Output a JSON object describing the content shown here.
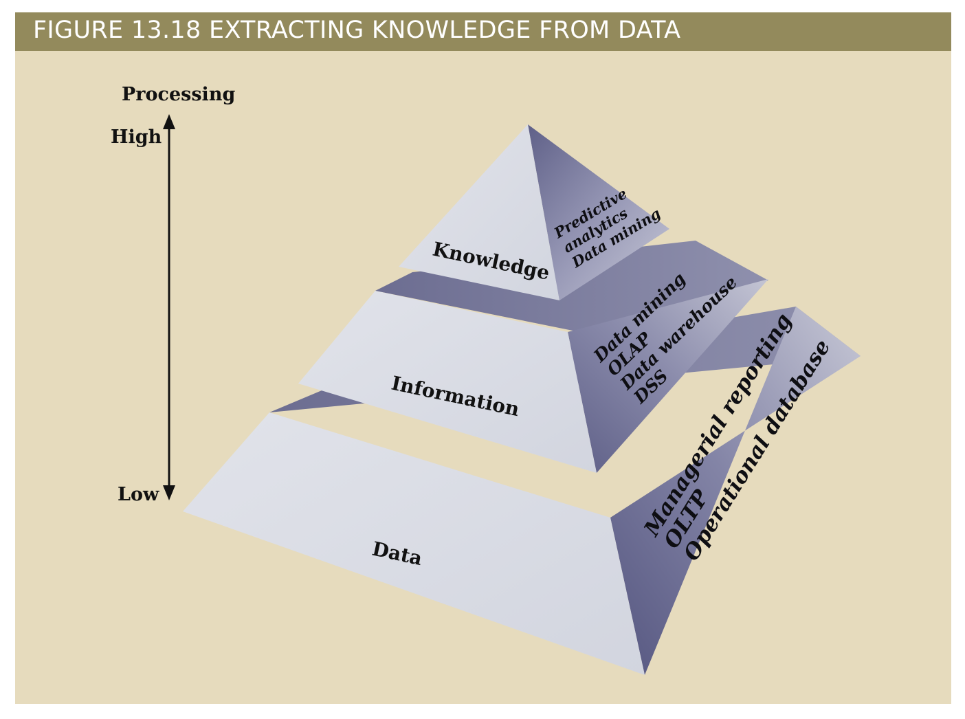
{
  "figure": {
    "title": "FIGURE 13.18  EXTRACTING KNOWLEDGE FROM DATA"
  },
  "axis": {
    "label": "Processing",
    "high": "High",
    "low": "Low"
  },
  "tiers": {
    "top": {
      "name": "Knowledge",
      "side": [
        "Predictive",
        "analytics",
        "Data mining"
      ]
    },
    "middle": {
      "name": "Information",
      "side": [
        "Data mining",
        "OLAP",
        "Data warehouse",
        "DSS"
      ]
    },
    "bottom": {
      "name": "Data",
      "side": [
        "Managerial reporting",
        "OLTP",
        "Operational database"
      ]
    }
  },
  "colors": {
    "banner": "#938a5c",
    "background": "#e6dbbd",
    "front_face": "#dcdee6",
    "side_face": "#6e6f96"
  }
}
